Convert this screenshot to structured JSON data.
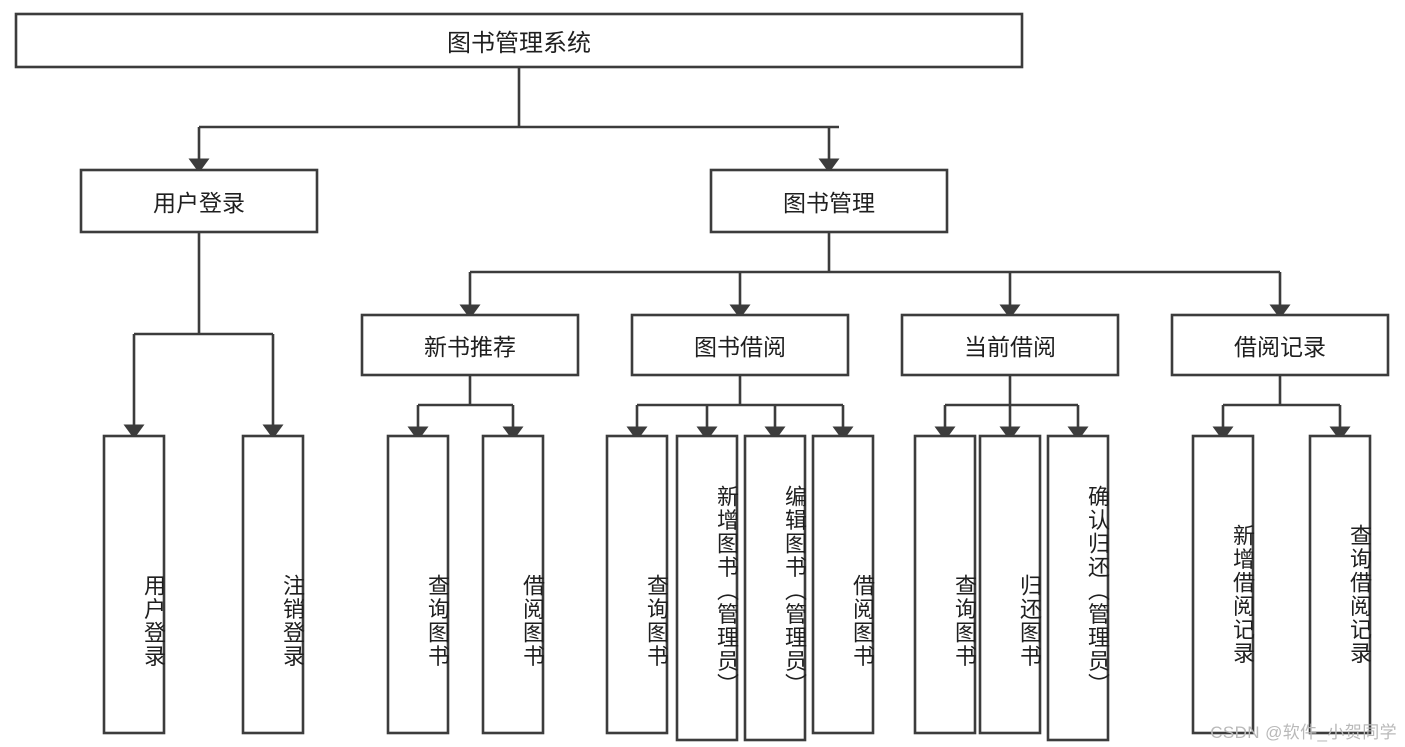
{
  "diagram": {
    "title": "图书管理系统",
    "type": "tree-hierarchy-chart",
    "colors": {
      "stroke": "#3c3c3c",
      "box_fill": "#ffffff",
      "text": "#1f1f1f",
      "background": "#ffffff",
      "watermark": "#b9b9b9"
    },
    "root": {
      "label": "图书管理系统"
    },
    "level2": [
      {
        "label": "用户登录"
      },
      {
        "label": "图书管理"
      }
    ],
    "level3": [
      {
        "label": "新书推荐"
      },
      {
        "label": "图书借阅"
      },
      {
        "label": "当前借阅"
      },
      {
        "label": "借阅记录"
      }
    ],
    "leaves": {
      "user_login": [
        {
          "label": "用户登录"
        },
        {
          "label": "注销登录"
        }
      ],
      "new_book": [
        {
          "label": "查询图书"
        },
        {
          "label": "借阅图书"
        }
      ],
      "book_borrow": [
        {
          "label": "查询图书"
        },
        {
          "label": "新增图书（管理员）"
        },
        {
          "label": "编辑图书（管理员）"
        },
        {
          "label": "借阅图书"
        }
      ],
      "current_borrow": [
        {
          "label": "查询图书"
        },
        {
          "label": "归还图书"
        },
        {
          "label": "确认归还（管理员）"
        }
      ],
      "borrow_record": [
        {
          "label": "新增借阅记录"
        },
        {
          "label": "查询借阅记录"
        }
      ]
    }
  },
  "watermark": {
    "text": "CSDN @软件_小贺同学"
  }
}
